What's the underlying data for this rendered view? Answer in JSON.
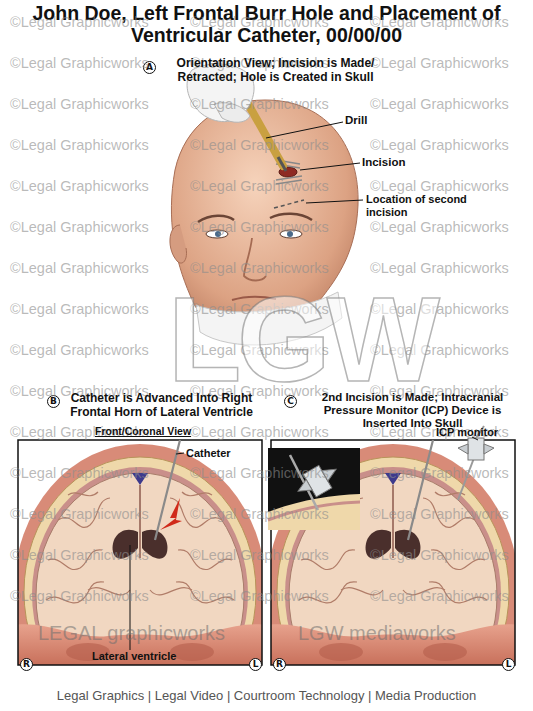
{
  "diagram": {
    "title": "John Doe, Left Frontal Burr Hole and Placement of Ventricular Catheter, 00/00/00",
    "nodes": [
      {
        "text": [
          "A"
        ]
      },
      {
        "text": [
          "B"
        ]
      },
      {
        "text": [
          "C"
        ]
      },
      {
        "text": [
          "R"
        ]
      },
      {
        "text": [
          "L"
        ]
      },
      {
        "text": [
          "R"
        ]
      },
      {
        "text": [
          "L"
        ]
      }
    ],
    "labels": [
      "Orientation View; Incision is Made/ Retracted; Hole is Created in Skull",
      "Drill",
      "Incision",
      "Location of second incision",
      "Catheter is Advanced Into Right Frontal Horn of Lateral Ventricle",
      "Front/Coronal View",
      "Catheter",
      "Lateral ventricle",
      "2nd Incision is Made; Intracranial Pressure Monitor (ICP) Device is Inserted Into Skull",
      "ICP monitor",
      "LGW",
      "LEGAL graphicworks",
      "LGW mediaworks",
      "Legal Graphics | Legal Video | Courtroom Technology | Media Production",
      "©Legal Graphicworks",
      "©Legal Graphicworks",
      "©Legal Graphicworks",
      "©Legal Graphicworks",
      "©Legal Graphicworks",
      "©Legal Graphicworks",
      "©Legal Graphicworks",
      "©Legal Graphicworks",
      "©Legal Graphicworks",
      "©Legal Graphicworks",
      "©Legal Graphicworks",
      "©Legal Graphicworks",
      "©Legal Graphicworks",
      "©Legal Graphicworks",
      "©Legal Graphicworks",
      "©Legal Graphicworks",
      "©Legal Graphicworks",
      "©Legal Graphicworks",
      "©Legal Graphicworks",
      "©Legal Graphicworks",
      "©Legal Graphicworks",
      "©Legal Graphicworks",
      "©Legal Graphicworks",
      "©Legal Graphicworks",
      "©Legal Graphicworks",
      "©Legal Graphicworks",
      "©Legal Graphicworks",
      "©Legal Graphicworks",
      "©Legal Graphicworks",
      "©Legal Graphicworks",
      "©Legal Graphicworks",
      "©Legal Graphicworks",
      "©Legal Graphicworks",
      "©Legal Graphicworks",
      "©Legal Graphicworks",
      "©Legal Graphicworks",
      "©Legal Graphicworks",
      "©Legal Graphicworks",
      "©Legal Graphicworks",
      "©Legal Graphicworks",
      "©Legal Graphicworks",
      "©Legal Graphicworks",
      "©Legal Graphicworks",
      "©Legal Graphicworks",
      "©Legal Graphicworks"
    ]
  }
}
